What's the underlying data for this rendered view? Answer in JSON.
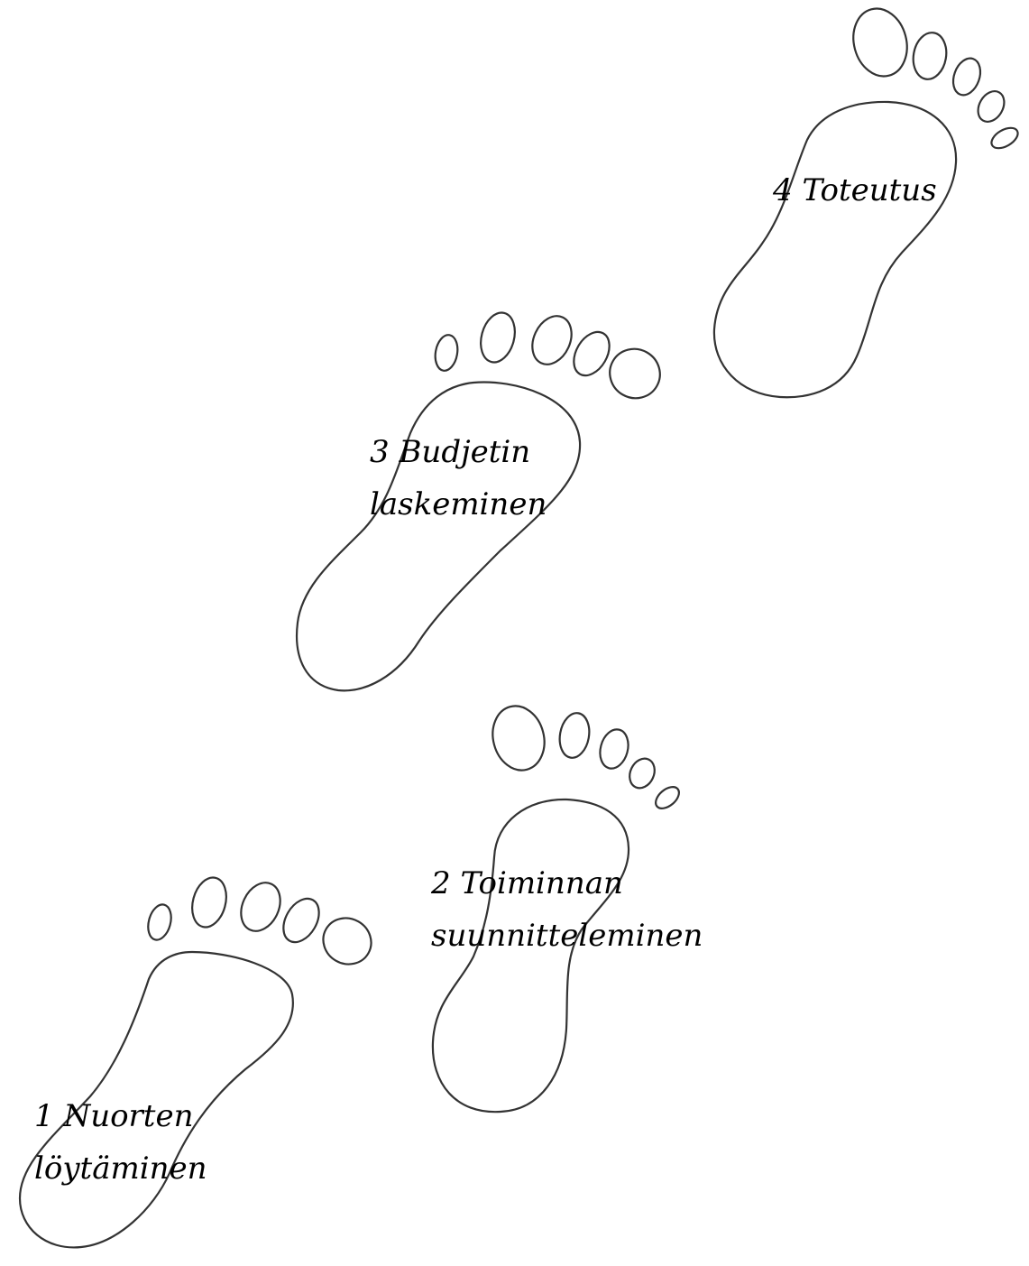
{
  "steps": [
    {
      "number": "1",
      "line1": "1 Nuorten",
      "line2": "löytäminen"
    },
    {
      "number": "2",
      "line1": "2 Toiminnan",
      "line2": "suunnitteleminen"
    },
    {
      "number": "3",
      "line1": "3 Budjetin",
      "line2": "laskeminen"
    },
    {
      "number": "4",
      "line1": "4 Toteutus",
      "line2": ""
    }
  ],
  "colors": {
    "background": "#ffffff",
    "outline": "#333333",
    "text": "#000000"
  },
  "icons": [
    "footprint-icon"
  ]
}
